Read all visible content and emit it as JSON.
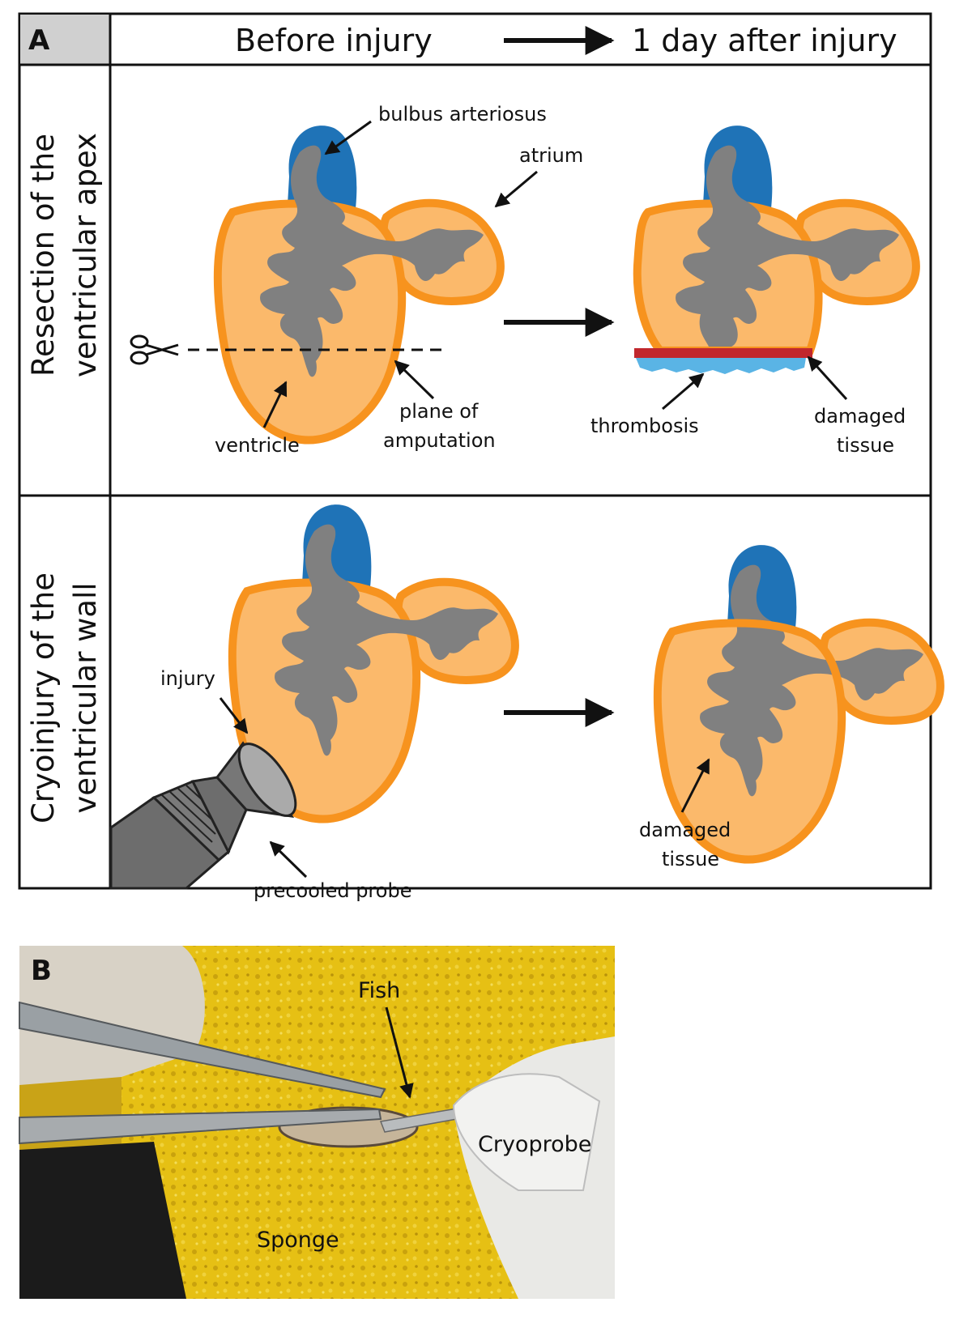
{
  "panel_a": {
    "letter": "A",
    "header_before": "Before injury",
    "header_after": "1 day after injury",
    "row1_title_line1": "Resection of the",
    "row1_title_line2": "ventricular apex",
    "row2_title_line1": "Cryoinjury of the",
    "row2_title_line2": "ventricular wall",
    "labels": {
      "bulbus": "bulbus arteriosus",
      "atrium": "atrium",
      "ventricle": "ventricle",
      "plane_line1": "plane of",
      "plane_line2": "amputation",
      "thrombosis": "thrombosis",
      "damaged_line1": "damaged",
      "damaged_line2": "tissue",
      "injury": "injury",
      "probe": "precooled probe"
    }
  },
  "panel_b": {
    "letter": "B",
    "labels": {
      "fish": "Fish",
      "cryoprobe": "Cryoprobe",
      "sponge": "Sponge"
    }
  },
  "colors": {
    "bulbus": "#1f73b7",
    "ventricle_fill": "#fbb96b",
    "ventricle_outline": "#f7931e",
    "lumen": "#808080",
    "damage": "#c1272d",
    "thrombus": "#5ab4e5",
    "probe": "#6d6d6d",
    "sponge": "#e8c31a"
  }
}
